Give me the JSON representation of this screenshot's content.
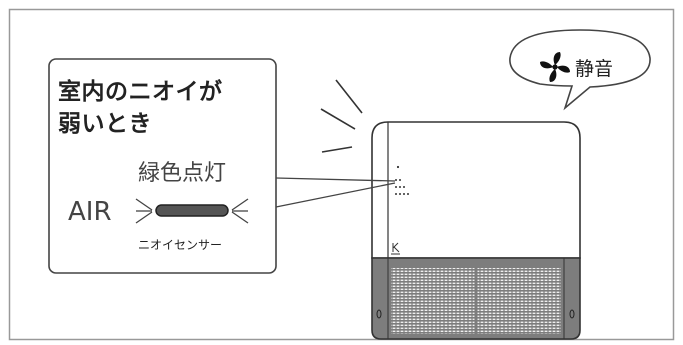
{
  "callout": {
    "title_line1": "室内のニオイが",
    "title_line2": "弱いとき",
    "indicator_status": "緑色点灯",
    "air_label": "AIR",
    "sensor_label": "ニオイセンサー"
  },
  "speech_bubble": {
    "icon": "fan-icon",
    "mode_label": "静音"
  },
  "colors": {
    "frame": "#999999",
    "indicator_bar": "#555555",
    "device_grille": "#7a7a7a",
    "device_body": "#ffffff",
    "outline": "#333333"
  }
}
